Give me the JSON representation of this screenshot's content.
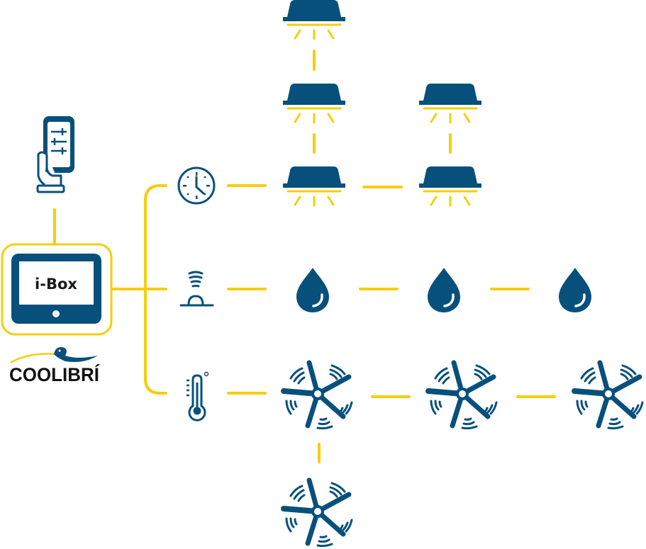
{
  "colors": {
    "primary": "#07507c",
    "accent": "#f8cd0a",
    "background": "#ffffff"
  },
  "controller": {
    "label": "i-Box",
    "icon": "tablet-controller-icon"
  },
  "remote": {
    "icon": "smartphone-sliders-icon"
  },
  "brand": {
    "name": "COOLIBRÍ",
    "icon": "hummingbird-logo-icon"
  },
  "branches": [
    {
      "trigger_icon": "clock-icon",
      "device_icon": "ceiling-lamp-icon",
      "device_count": 5
    },
    {
      "trigger_icon": "fountain-sensor-icon",
      "device_icon": "water-drop-icon",
      "device_count": 3
    },
    {
      "trigger_icon": "thermometer-icon",
      "device_icon": "ceiling-fan-icon",
      "device_count": 4
    }
  ]
}
